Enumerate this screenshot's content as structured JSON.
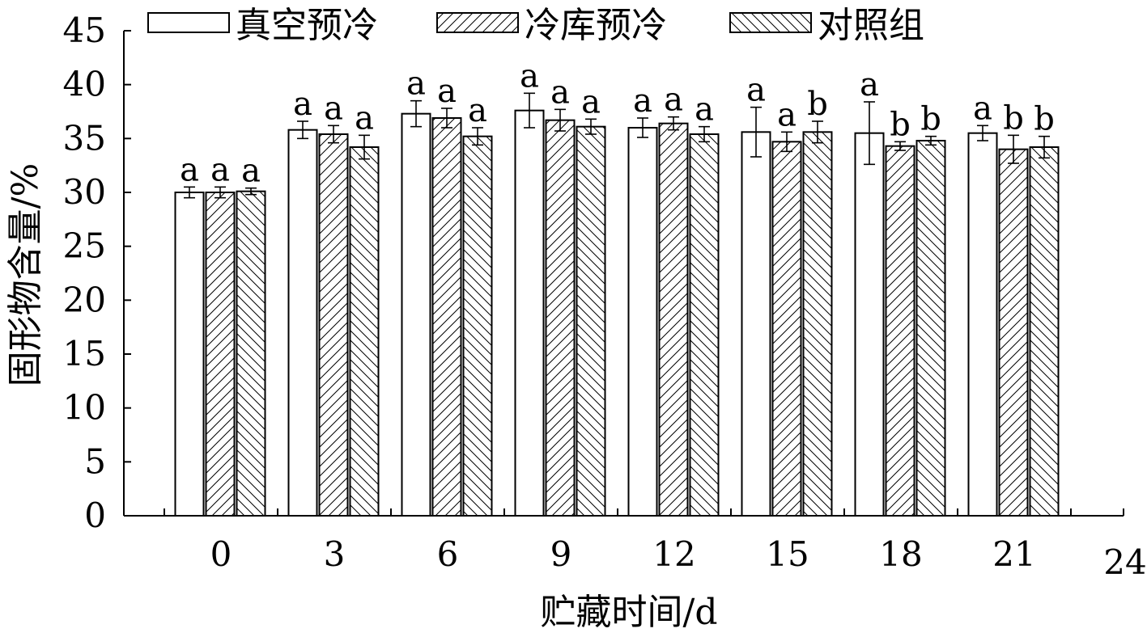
{
  "chart_data": {
    "type": "bar",
    "xlabel": "贮藏时间/d",
    "ylabel": "固形物含量/%",
    "ylim": [
      0,
      45
    ],
    "yticks": [
      "0",
      "5",
      "10",
      "15",
      "20",
      "25",
      "30",
      "35",
      "40",
      "45"
    ],
    "categories": [
      "0",
      "3",
      "6",
      "9",
      "12",
      "15",
      "18",
      "21"
    ],
    "extra_xtick": "24",
    "grid": false,
    "legend_position": "top",
    "series": [
      {
        "name": "真空预冷",
        "pattern": "none",
        "values": [
          30.0,
          35.8,
          37.3,
          37.6,
          36.0,
          35.6,
          35.5,
          35.5
        ],
        "errors": [
          0.5,
          0.8,
          1.2,
          1.6,
          0.9,
          2.3,
          2.9,
          0.7
        ],
        "sig_labels": [
          "a",
          "a",
          "a",
          "a",
          "a",
          "a",
          "a",
          "a"
        ]
      },
      {
        "name": "冷库预冷",
        "pattern": "forward-diagonal",
        "values": [
          30.0,
          35.4,
          36.9,
          36.7,
          36.4,
          34.7,
          34.3,
          34.0
        ],
        "errors": [
          0.5,
          0.8,
          0.9,
          1.0,
          0.6,
          0.9,
          0.4,
          1.3
        ],
        "sig_labels": [
          "a",
          "a",
          "a",
          "a",
          "a",
          "a",
          "b",
          "b"
        ]
      },
      {
        "name": "对照组",
        "pattern": "backward-diagonal",
        "values": [
          30.1,
          34.2,
          35.2,
          36.1,
          35.4,
          35.6,
          34.8,
          34.2
        ],
        "errors": [
          0.3,
          1.1,
          0.8,
          0.7,
          0.7,
          1.0,
          0.4,
          1.0
        ],
        "sig_labels": [
          "a",
          "a",
          "a",
          "a",
          "a",
          "b",
          "b",
          "b"
        ]
      }
    ]
  },
  "colors": {
    "stroke": "#000000",
    "fill": "#ffffff"
  }
}
